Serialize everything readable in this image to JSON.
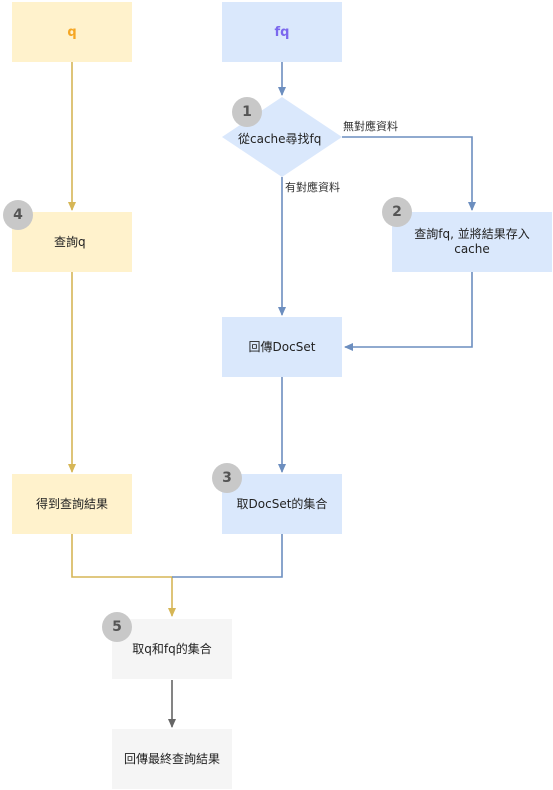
{
  "lanes": {
    "q_header": "q",
    "fq_header": "fq"
  },
  "nodes": {
    "query_q": "查詢q",
    "get_result": "得到查詢結果",
    "decision": "從cache尋找fq",
    "query_fq_store": "查詢fq, 並將結果存入cache",
    "return_docset": "回傳DocSet",
    "take_docset_set": "取DocSet的集合",
    "take_q_fq_set": "取q和fq的集合",
    "return_final": "回傳最終查詢結果"
  },
  "edges": {
    "no_match": "無對應資料",
    "has_match": "有對應資料"
  },
  "badges": [
    "1",
    "2",
    "3",
    "4",
    "5"
  ],
  "colors": {
    "yellow_fill": "#fff2cc",
    "yellow_line": "#d6b656",
    "blue_fill": "#dae8fc",
    "blue_line": "#6c8ebf",
    "gray_fill": "#f5f5f5",
    "gray_line": "#666666"
  }
}
